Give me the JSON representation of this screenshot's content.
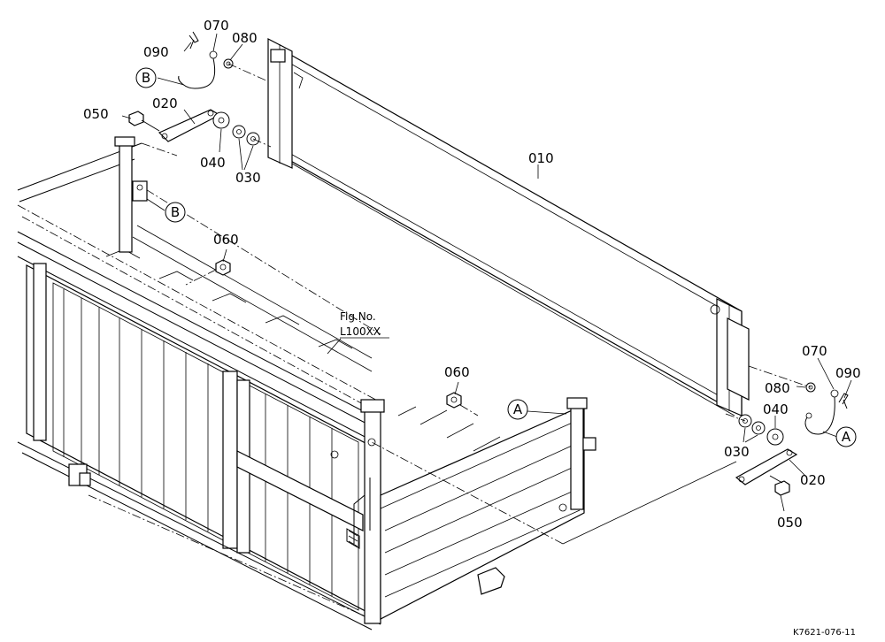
{
  "labels": {
    "p010": "010",
    "p020_left": "020",
    "p020_right": "020",
    "p030_left": "030",
    "p030_right": "030",
    "p040_left": "040",
    "p040_right": "040",
    "p050_left": "050",
    "p050_right": "050",
    "p060_upper": "060",
    "p060_lower": "060",
    "p070_left": "070",
    "p070_right": "070",
    "p080_left": "080",
    "p080_right": "080",
    "p090_left": "090",
    "p090_right": "090"
  },
  "callouts": {
    "a_lower": "A",
    "a_right": "A",
    "b_top": "B",
    "b_mid": "B"
  },
  "figure_ref": {
    "line1": "Fig.No.",
    "line2": "L100XX"
  },
  "drawing_code": "K7621-076-11"
}
